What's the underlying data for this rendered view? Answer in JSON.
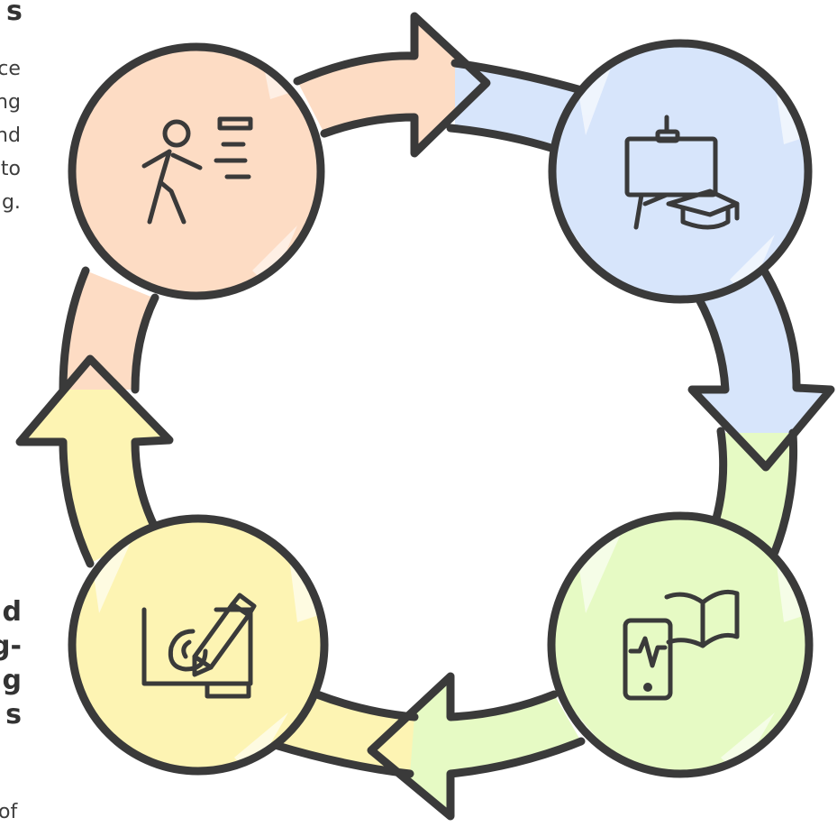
{
  "diagram": {
    "colors": {
      "stroke": "#3a3a3a",
      "orange": "#fddcc4",
      "blue": "#d7e5fb",
      "green": "#e6fac4",
      "yellow": "#fdf4b3"
    },
    "nodes": [
      {
        "id": "top-left",
        "icon": "running-person-icon",
        "color": "orange"
      },
      {
        "id": "top-right",
        "icon": "classroom-board-graduation-cap-icon",
        "color": "blue"
      },
      {
        "id": "bottom-right",
        "icon": "phone-and-book-icon",
        "color": "green"
      },
      {
        "id": "bottom-left",
        "icon": "tablet-with-pen-icon",
        "color": "yellow"
      }
    ]
  },
  "labels": {
    "top_left": {
      "heading_lines": [
        "s"
      ],
      "body_lines": [
        "ce",
        "ng",
        "nd",
        "to",
        "g."
      ]
    },
    "bottom_left": {
      "heading_lines": [
        "d",
        "g-",
        "g",
        "s"
      ],
      "body_lines": [
        "of"
      ]
    }
  }
}
